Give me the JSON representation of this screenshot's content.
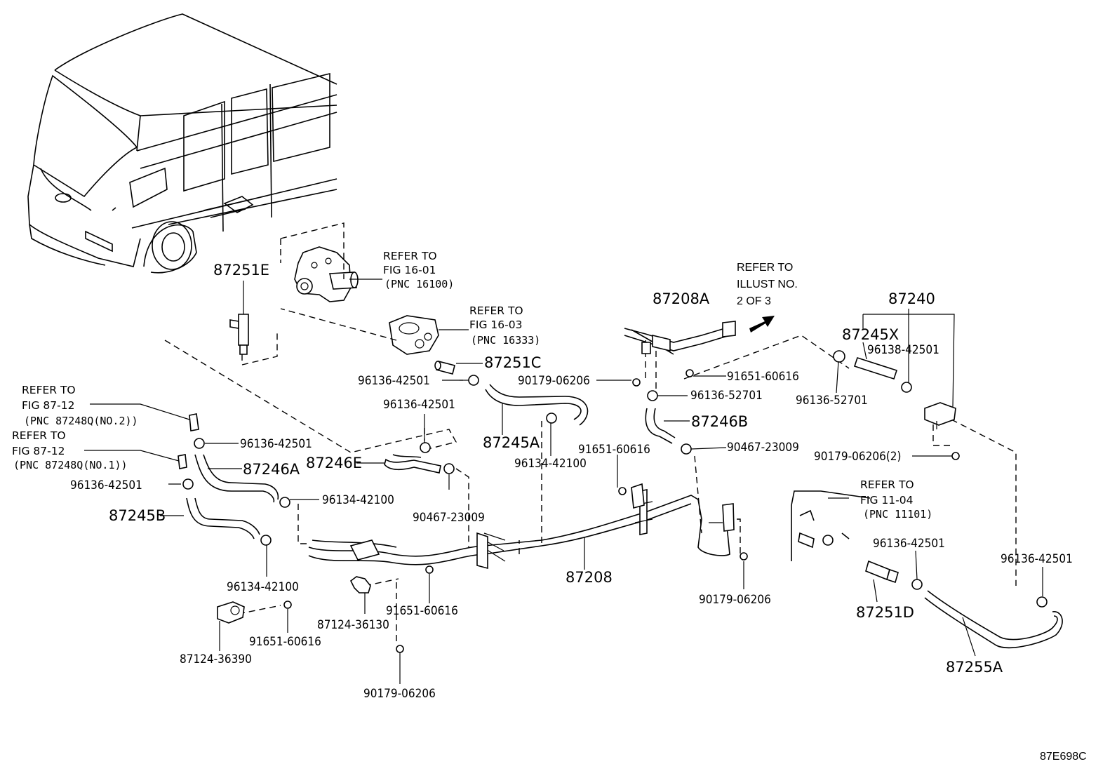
{
  "vehicle": {
    "name": "bus-illustration"
  },
  "refs": {
    "fig_16_01": {
      "line1": "REFER TO",
      "line2": "FIG 16-01",
      "pnc": "(PNC 16100)"
    },
    "fig_16_03": {
      "line1": "REFER TO",
      "line2": "FIG 16-03",
      "pnc": "(PNC 16333)"
    },
    "fig_87_12_no2": {
      "line1": "REFER TO",
      "line2": "FIG 87-12",
      "pnc": "(PNC 87248Q(NO.2))"
    },
    "fig_87_12_no1": {
      "line1": "REFER TO",
      "line2": "FIG 87-12",
      "pnc": "(PNC 87248Q(NO.1))"
    },
    "illust_2of3": {
      "line1": "REFER TO",
      "line2": "ILLUST NO.",
      "line3": "2 OF 3"
    },
    "fig_11_04": {
      "line1": "REFER TO",
      "line2": "FIG 11-04",
      "pnc": "(PNC 11101)"
    }
  },
  "parts": {
    "p87251E": "87251E",
    "p87251C": "87251C",
    "p96136_42501_a": "96136-42501",
    "p96136_42501_b": "96136-42501",
    "p96136_42501_c": "96136-42501",
    "p96136_42501_d": "96136-42501",
    "p96136_42501_e": "96136-42501",
    "p96136_42501_f": "96136-42501",
    "p87245A": "87245A",
    "p96134_42100_a": "96134-42100",
    "p96134_42100_b": "96134-42100",
    "p96134_42100_c": "96134-42100",
    "p87246E": "87246E",
    "p87246A": "87246A",
    "p87245B": "87245B",
    "p90467_23009_a": "90467-23009",
    "p90467_23009_b": "90467-23009",
    "p87208A": "87208A",
    "p90179_06206_a": "90179-06206",
    "p90179_06206_b": "90179-06206(2)",
    "p90179_06206_c": "90179-06206",
    "p90179_06206_d": "90179-06206",
    "p91651_60616_a": "91651-60616",
    "p91651_60616_b": "91651-60616",
    "p91651_60616_c": "91651-60616",
    "p91651_60616_d": "91651-60616",
    "p96136_52701_a": "96136-52701",
    "p96136_52701_b": "96136-52701",
    "p87246B": "87246B",
    "p87240": "87240",
    "p87245X": "87245X",
    "p96138_42501": "96138-42501",
    "p87208": "87208",
    "p87124_36130": "87124-36130",
    "p87124_36390": "87124-36390",
    "p87251D": "87251D",
    "p87255A": "87255A"
  },
  "figure_code": "87E698C"
}
